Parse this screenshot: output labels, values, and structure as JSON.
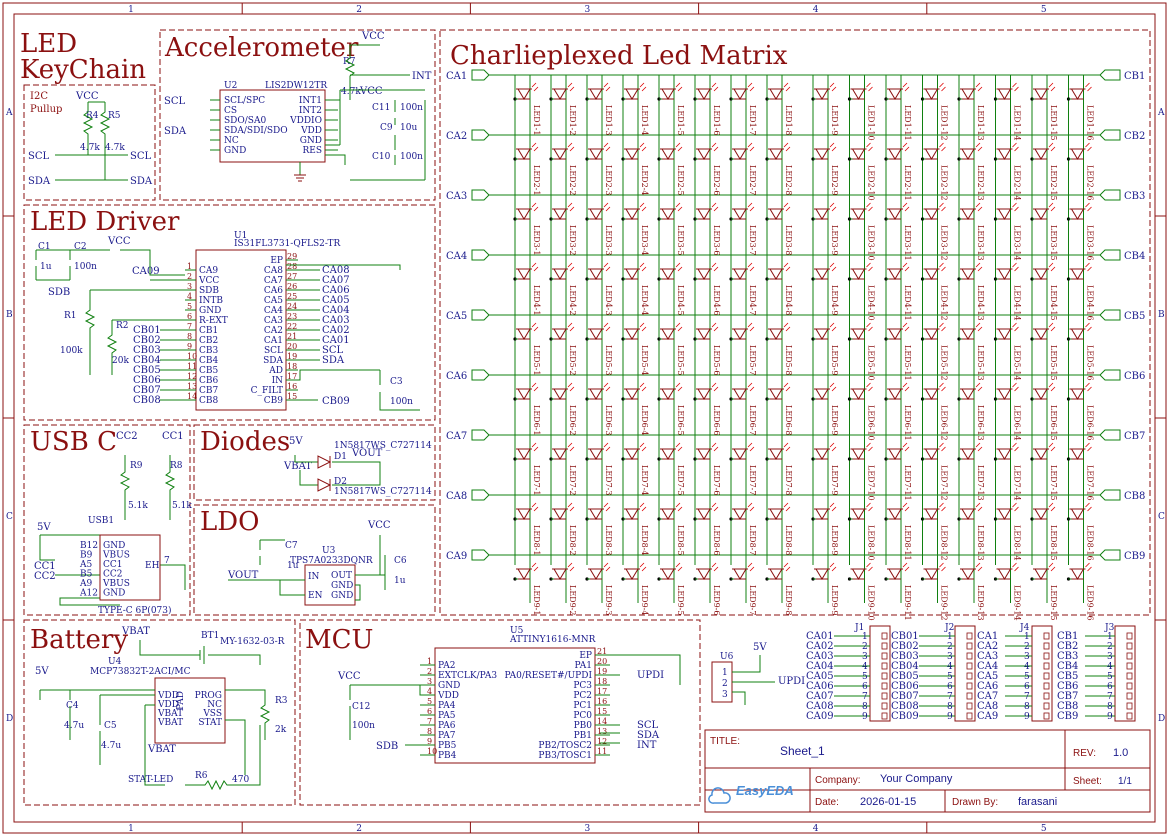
{
  "sheet": {
    "zone_cols": [
      "1",
      "2",
      "3",
      "4",
      "5"
    ],
    "zone_rows": [
      "A",
      "B",
      "C",
      "D"
    ]
  },
  "blocks": {
    "keychain_title": [
      "LED",
      "KeyChain"
    ],
    "i2c": {
      "title": [
        "I2C",
        "Pullup"
      ],
      "vcc": "VCC",
      "r4": "R4",
      "r5": "R5",
      "r4v": "4.7k",
      "r5v": "4.7k",
      "scl": "SCL",
      "sda": "SDA"
    },
    "accelerometer": {
      "title": "Accelerometer",
      "ref": "U2",
      "part": "LIS2DW12TR",
      "vcc": "VCC",
      "r7": "R7",
      "r7v": "4.7k",
      "int": "INT",
      "left_pins": [
        "SCL/SPC",
        "CS",
        "SDO/SA0",
        "SDA/SDI/SDO",
        "NC",
        "GND"
      ],
      "right_pins": [
        "INT1",
        "INT2",
        "VDDIO",
        "VDD",
        "GND",
        "RES"
      ],
      "caps": [
        {
          "ref": "C11",
          "val": "100n"
        },
        {
          "ref": "C9",
          "val": "10u"
        },
        {
          "ref": "C10",
          "val": "100n"
        }
      ],
      "scl": "SCL",
      "sda": "SDA"
    },
    "led_driver": {
      "title": "LED Driver",
      "ref": "U1",
      "part": "IS31FL3731-QFLS2-TR",
      "vcc": "VCC",
      "c1": "C1",
      "c1v": "1u",
      "c2": "C2",
      "c2v": "100n",
      "r1": "R1",
      "r1v": "100k",
      "r2": "R2",
      "r2v": "20k",
      "c3": "C3",
      "c3v": "100n",
      "sdb": "SDB",
      "ca09": "CA09",
      "cb09": "CB09",
      "left_pins": [
        "CA9",
        "VCC",
        "SDB",
        "INTB",
        "GND",
        "R-EXT",
        "CB1",
        "CB2",
        "CB3",
        "CB4",
        "CB5",
        "CB6",
        "CB7",
        "CB8"
      ],
      "left_nums": [
        "2",
        "3",
        "4",
        "5",
        "6",
        "7",
        "8",
        "9",
        "10",
        "11",
        "12",
        "13",
        "14"
      ],
      "left_nets": [
        "CB01",
        "CB02",
        "CB03",
        "CB04",
        "CB05",
        "CB06",
        "CB07",
        "CB08"
      ],
      "right_pins": [
        "EP",
        "CA8",
        "CA7",
        "CA6",
        "CA5",
        "CA4",
        "CA3",
        "CA2",
        "CA1",
        "SCL",
        "SDA",
        "AD",
        "IN",
        "C_FILT",
        "CB9"
      ],
      "right_nums": [
        "29",
        "28",
        "27",
        "26",
        "25",
        "24",
        "23",
        "22",
        "21",
        "20",
        "19",
        "18",
        "17",
        "16",
        "15"
      ],
      "right_nets": [
        "CA08",
        "CA07",
        "CA06",
        "CA05",
        "CA04",
        "CA03",
        "CA02",
        "CA01",
        "SCL",
        "SDA"
      ]
    },
    "usbc": {
      "title": "USB C",
      "cc2": "CC2",
      "cc1": "CC1",
      "r9": "R9",
      "r9v": "5.1k",
      "r8": "R8",
      "r8v": "5.1k",
      "ref": "USB1",
      "part": "TYPE-C 6P(073)",
      "v5": "5V",
      "pins": [
        "GND",
        "VBUS",
        "CC1",
        "CC2",
        "VBUS",
        "GND"
      ],
      "pin_nums": [
        "B12",
        "B9",
        "A5",
        "B5",
        "A9",
        "A12"
      ],
      "eh": "EH",
      "eh_num": "7",
      "cc1_lbl": "CC1",
      "cc2_lbl": "CC2"
    },
    "diodes": {
      "title": "Diodes",
      "v5": "5V",
      "vbat": "VBAT",
      "vout": "VOUT",
      "d1": "D1",
      "d2": "D2",
      "part1": "1N5817WS_C727114",
      "part2": "1N5817WS_C727114"
    },
    "ldo": {
      "title": "LDO",
      "ref": "U3",
      "part": "TPS7A0233DQNR",
      "c7": "C7",
      "c7v": "1u",
      "c6": "C6",
      "c6v": "1u",
      "vcc": "VCC",
      "vout": "VOUT",
      "pins_l": [
        "IN",
        "EN"
      ],
      "pins_r": [
        "OUT",
        "GND",
        "GND"
      ]
    },
    "battery": {
      "title": "Battery",
      "vbat": "VBAT",
      "bt": "BT1",
      "bt_part": "MY-1632-03-R",
      "ref": "U4",
      "part": "MCP73832T-2ACI/MC",
      "v5": "5V",
      "c4": "C4",
      "c4v": "4.7u",
      "c5": "C5",
      "c5v": "4.7u",
      "r3": "R3",
      "r3v": "2k",
      "r6": "R6",
      "r6v": "470",
      "stat_led": "STAT-LED",
      "vbat2": "VBAT",
      "pins_l": [
        "VDD",
        "VDD",
        "VBAT",
        "VBAT"
      ],
      "pins_r": [
        "PROG",
        "NC",
        "VSS",
        "STAT"
      ],
      "pad": "PAD"
    },
    "mcu": {
      "title": "MCU",
      "ref": "U5",
      "part": "ATTINY1616-MNR",
      "vcc": "VCC",
      "c12": "C12",
      "c12v": "100n",
      "sdb": "SDB",
      "updi": "UPDI",
      "pins_l": [
        "PA2",
        "EXTCLK/PA3",
        "GND",
        "VDD",
        "PA4",
        "PA5",
        "PA6",
        "PA7",
        "PB5",
        "PB4"
      ],
      "pins_r": [
        "EP",
        "PA1",
        "PA0/RESET#/UPDI",
        "PC3",
        "PC2",
        "PC1",
        "PC0",
        "PB0",
        "PB1",
        "PB2/TOSC2",
        "PB3/TOSC1"
      ],
      "nets_r": [
        "SCL",
        "SDA",
        "INT"
      ]
    },
    "headers": {
      "u6": "U6",
      "v5": "5V",
      "updi": "UPDI",
      "j1": "J1",
      "j2": "J2",
      "j4": "J4",
      "j3": "J3",
      "j1_nets": [
        "CA01",
        "CA02",
        "CA03",
        "CA04",
        "CA05",
        "CA06",
        "CA07",
        "CA08",
        "CA09"
      ],
      "j2_nets": [
        "CB01",
        "CB02",
        "CB03",
        "CB04",
        "CB05",
        "CB06",
        "CB07",
        "CB08",
        "CB09"
      ],
      "j4_nets": [
        "CA1",
        "CA2",
        "CA3",
        "CA4",
        "CA5",
        "CA6",
        "CA7",
        "CA8",
        "CA9"
      ],
      "j3_nets": [
        "CB1",
        "CB2",
        "CB3",
        "CB4",
        "CB5",
        "CB6",
        "CB7",
        "CB8",
        "CB9"
      ]
    },
    "matrix": {
      "title": "Charlieplexed Led Matrix",
      "left_nets": [
        "CA1",
        "CA2",
        "CA3",
        "CA4",
        "CA5",
        "CA6",
        "CA7",
        "CA8",
        "CA9"
      ],
      "right_nets": [
        "CB1",
        "CB2",
        "CB3",
        "CB4",
        "CB5",
        "CB6",
        "CB7",
        "CB8",
        "CB9"
      ],
      "led_prefix": "LED"
    }
  },
  "title_block": {
    "title_label": "TITLE:",
    "title": "Sheet_1",
    "rev_label": "REV:",
    "rev": "1.0",
    "company_label": "Company:",
    "company": "Your Company",
    "sheet_label": "Sheet:",
    "sheet": "1/1",
    "date_label": "Date:",
    "date": "2026-01-15",
    "drawn_label": "Drawn By:",
    "drawn": "farasani",
    "logo": "EasyEDA"
  },
  "colors": {
    "frame": "#8b1010",
    "wire": "#108010",
    "text": "#1a1a8c"
  }
}
